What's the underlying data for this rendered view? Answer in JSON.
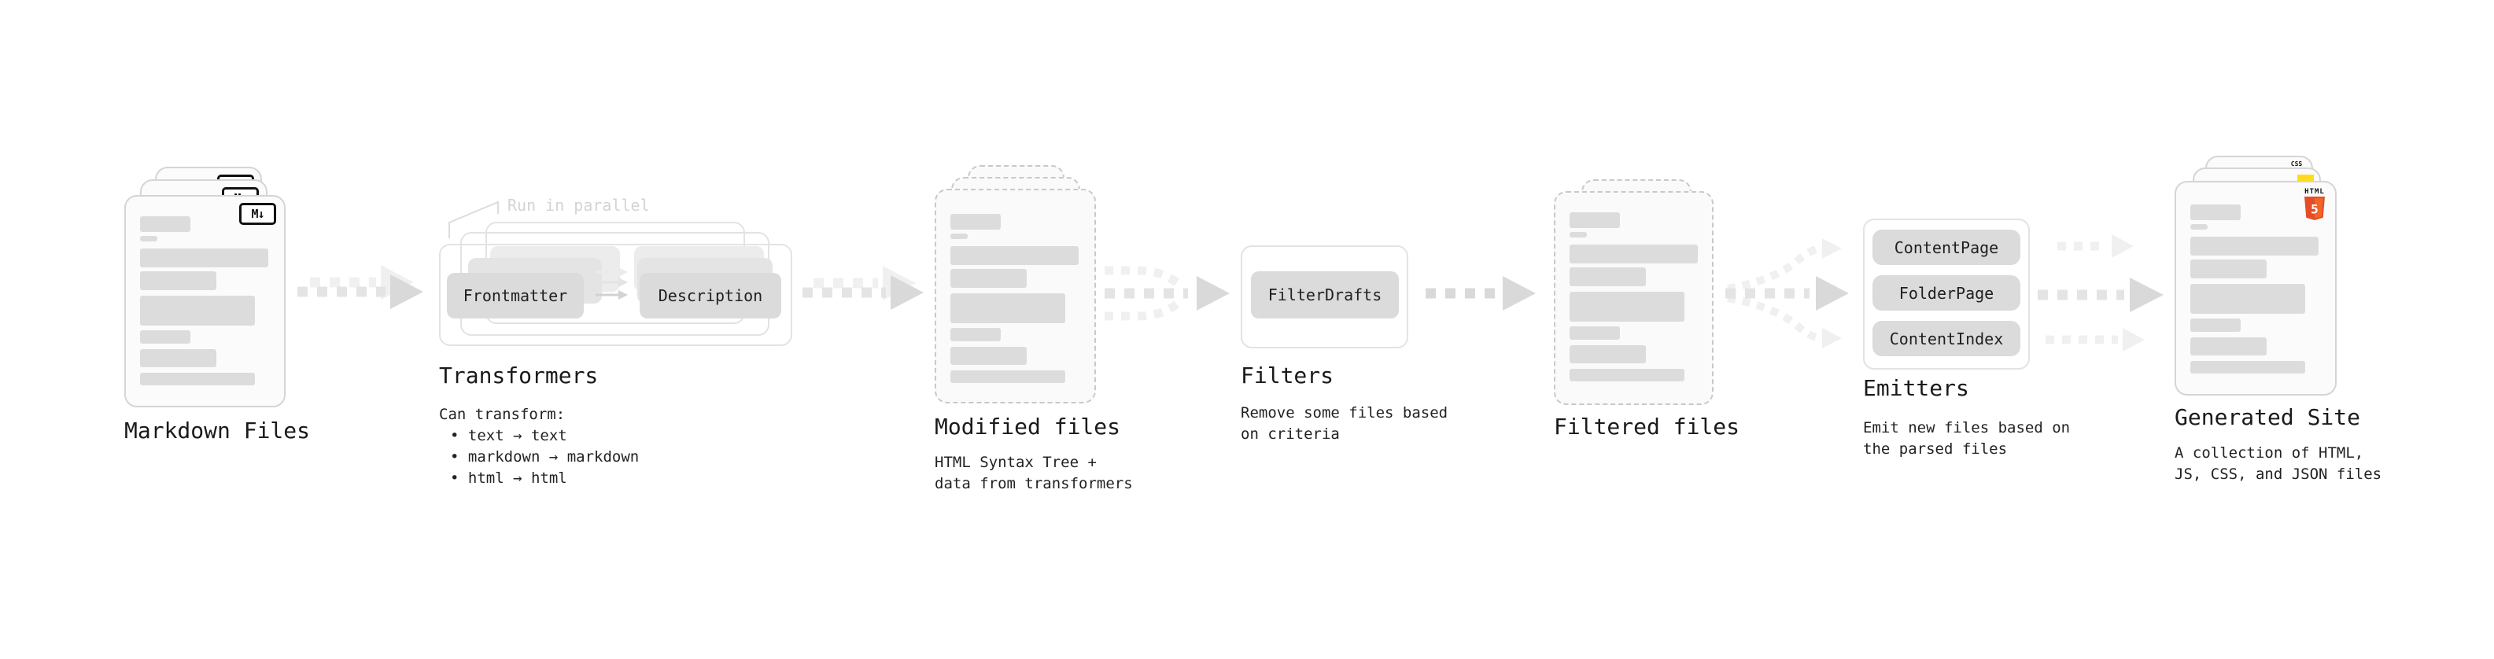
{
  "sections": {
    "markdown_files": {
      "label": "Markdown Files",
      "badge": "M↓"
    },
    "transformers": {
      "label": "Transformers",
      "note": "Run in parallel",
      "buttons": [
        "Frontmatter",
        "Description"
      ],
      "desc_title": "Can transform:",
      "bullets": [
        "• text → text",
        "• markdown → markdown",
        "• html → html"
      ]
    },
    "modified_files": {
      "label": "Modified files",
      "desc": "HTML Syntax Tree +\ndata from transformers"
    },
    "filters": {
      "label": "Filters",
      "buttons": [
        "FilterDrafts"
      ],
      "desc": "Remove some files based\non criteria"
    },
    "filtered_files": {
      "label": "Filtered files"
    },
    "emitters": {
      "label": "Emitters",
      "buttons": [
        "ContentPage",
        "FolderPage",
        "ContentIndex"
      ],
      "desc": "Emit new files based on\nthe parsed files"
    },
    "generated_site": {
      "label": "Generated Site",
      "desc": "A collection of HTML,\nJS, CSS, and JSON files",
      "file_type_icons": {
        "html_label": "HTML",
        "html_number": "5",
        "css_label": "CSS"
      }
    }
  },
  "bars": {
    "pattern": [
      {
        "w": 64,
        "h": 20,
        "mt": 0
      },
      {
        "w": 22,
        "h": 7,
        "mt": 5
      },
      {
        "w": 163,
        "h": 24,
        "mt": 9
      },
      {
        "w": 97,
        "h": 24,
        "mt": 5
      },
      {
        "w": 146,
        "h": 38,
        "mt": 7
      },
      {
        "w": 64,
        "h": 17,
        "mt": 6
      },
      {
        "w": 97,
        "h": 23,
        "mt": 7
      },
      {
        "w": 146,
        "h": 16,
        "mt": 7
      }
    ]
  },
  "colors": {
    "card_fill": "#fbfbfb",
    "card_border": "#d5d5d5",
    "dash_border": "#c9c9c9",
    "dash_fill": "#fafafa",
    "box_border": "#e3e3e3",
    "bar": "#dcdcdc",
    "button_fill": "#dbdbdb",
    "button_ghost1": "#e4e4e4",
    "button_ghost2": "#ececec",
    "button_text": "#1f1f1f",
    "heading": "#1a1a1a",
    "body_text": "#222222",
    "faint_text": "#d4d4d4",
    "arrow": "#d9d9d9",
    "arrow_light": "#e4e4e4",
    "arrow_faint": "#f0f0f0",
    "md_badge": "#111111",
    "html5_orange": "#e44d26",
    "html5_orange_light": "#f16529",
    "js_yellow": "#ffdb1e",
    "css_blue": "#2965f1",
    "css_text": "#111111"
  }
}
